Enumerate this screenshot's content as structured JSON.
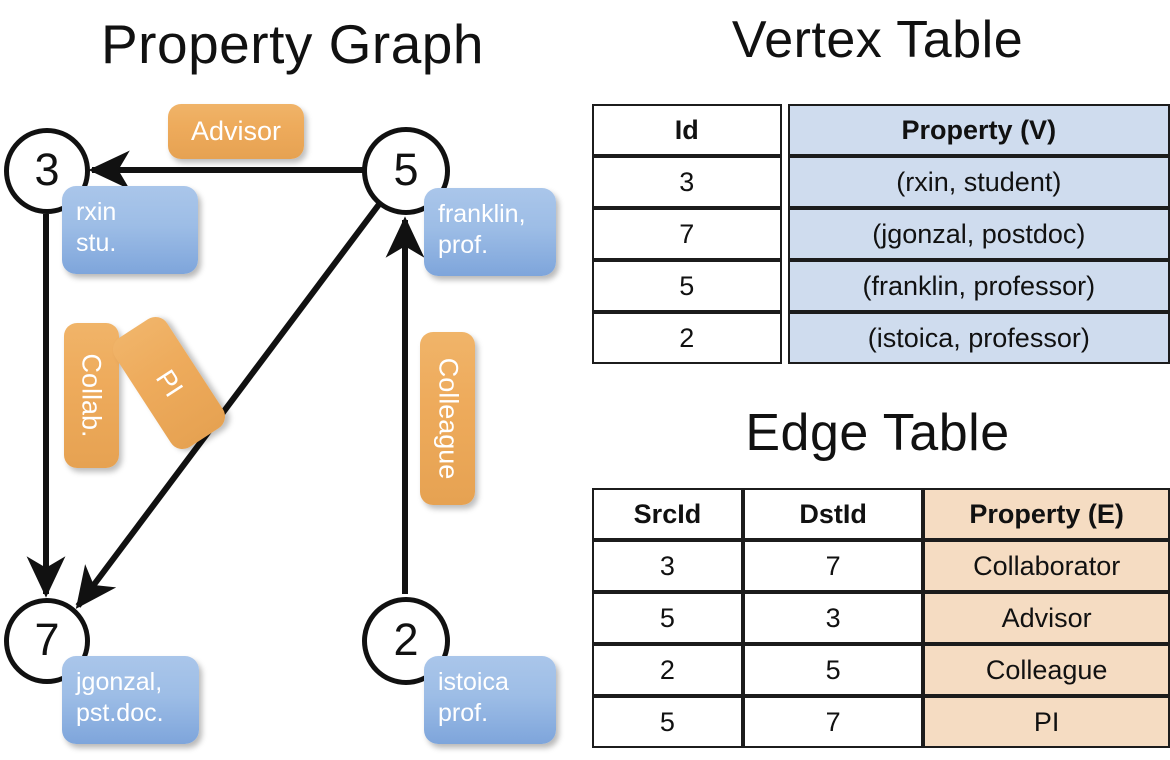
{
  "titles": {
    "property_graph": "Property Graph",
    "vertex_table": "Vertex Table",
    "edge_table": "Edge Table"
  },
  "graph": {
    "nodes": [
      {
        "id": "3",
        "property": "rxin\nstu."
      },
      {
        "id": "5",
        "property": "franklin,\nprof."
      },
      {
        "id": "7",
        "property": "jgonzal,\npst.doc."
      },
      {
        "id": "2",
        "property": "istoica\nprof."
      }
    ],
    "node_labels": {
      "n3": "3",
      "n5": "5",
      "n7": "7",
      "n2": "2"
    },
    "vertex_props": {
      "rxin_line1": "rxin",
      "rxin_line2": "stu.",
      "franklin_line1": "franklin,",
      "franklin_line2": "prof.",
      "jgonzal_line1": "jgonzal,",
      "jgonzal_line2": "pst.doc.",
      "istoica_line1": "istoica",
      "istoica_line2": "prof."
    },
    "edge_labels": {
      "advisor": "Advisor",
      "collab": "Collab.",
      "pi": "PI",
      "colleague": "Colleague"
    },
    "edges": [
      {
        "from": "5",
        "to": "3",
        "label": "Advisor"
      },
      {
        "from": "3",
        "to": "7",
        "label": "Collab."
      },
      {
        "from": "5",
        "to": "7",
        "label": "PI"
      },
      {
        "from": "2",
        "to": "5",
        "label": "Colleague"
      }
    ]
  },
  "vertex_table": {
    "headers": [
      "Id",
      "Property (V)"
    ],
    "rows": [
      {
        "id": "3",
        "property": "(rxin, student)"
      },
      {
        "id": "7",
        "property": "(jgonzal, postdoc)"
      },
      {
        "id": "5",
        "property": "(franklin, professor)"
      },
      {
        "id": "2",
        "property": "(istoica, professor)"
      }
    ]
  },
  "edge_table": {
    "headers": [
      "SrcId",
      "DstId",
      "Property (E)"
    ],
    "rows": [
      {
        "src": "3",
        "dst": "7",
        "property": "Collaborator"
      },
      {
        "src": "5",
        "dst": "3",
        "property": "Advisor"
      },
      {
        "src": "2",
        "dst": "5",
        "property": "Colleague"
      },
      {
        "src": "5",
        "dst": "7",
        "property": "PI"
      }
    ]
  },
  "colors": {
    "vertex_header_fill": "#cfdcee",
    "edge_header_fill": "#f5dcc2",
    "chip_blue": "#9dbde6",
    "chip_orange": "#eeab5c",
    "stroke": "#111111"
  }
}
